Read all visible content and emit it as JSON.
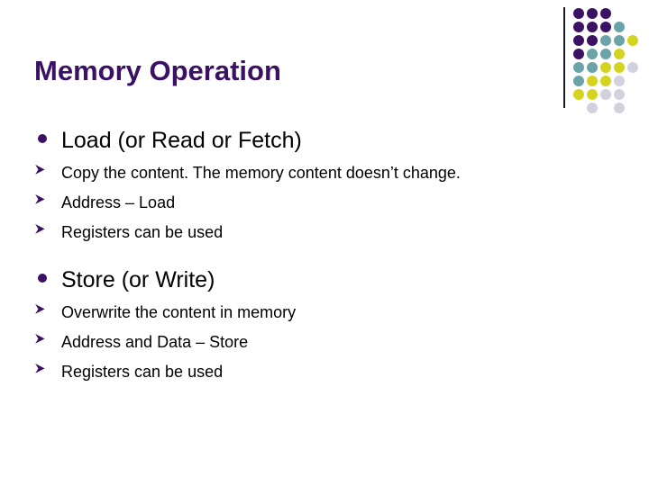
{
  "slide": {
    "title": "Memory Operation",
    "title_color": "#3B1163",
    "background_color": "#FFFFFF",
    "body_text_color": "#000000",
    "bullets": [
      {
        "level": 1,
        "marker": "filled-disc",
        "marker_color": "#3B1163",
        "text": "Load (or Read or Fetch)"
      },
      {
        "level": 2,
        "marker": "arrowhead",
        "marker_color": "#3B1163",
        "text": "Copy the content. The memory content doesn’t change."
      },
      {
        "level": 2,
        "marker": "arrowhead",
        "marker_color": "#3B1163",
        "text": "Address – Load"
      },
      {
        "level": 2,
        "marker": "arrowhead",
        "marker_color": "#3B1163",
        "text": "Registers can be used"
      },
      {
        "level": 1,
        "marker": "filled-disc",
        "marker_color": "#3B1163",
        "text": "Store (or Write)"
      },
      {
        "level": 2,
        "marker": "arrowhead",
        "marker_color": "#3B1163",
        "text": "Overwrite the content in memory"
      },
      {
        "level": 2,
        "marker": "arrowhead",
        "marker_color": "#3B1163",
        "text": "Address and Data – Store"
      },
      {
        "level": 2,
        "marker": "arrowhead",
        "marker_color": "#3B1163",
        "text": "Registers can be used"
      }
    ]
  },
  "decoration": {
    "name": "corner-dot-grid",
    "rule_color": "#1A1A2E",
    "palette": {
      "purple": "#3B1163",
      "teal": "#6AA3A8",
      "yellow": "#D4D420",
      "gray": "#D2D2DF"
    },
    "cell": 15,
    "dot_size": 12,
    "rows": [
      [
        "purple",
        "purple",
        "purple",
        null,
        null,
        null,
        null
      ],
      [
        "purple",
        "purple",
        "purple",
        "teal",
        null,
        null,
        null
      ],
      [
        "purple",
        "purple",
        "teal",
        "teal",
        "yellow",
        null,
        null
      ],
      [
        "purple",
        "teal",
        "teal",
        "yellow",
        null,
        null,
        null
      ],
      [
        "teal",
        "teal",
        "yellow",
        "yellow",
        "gray",
        null,
        null
      ],
      [
        "teal",
        "yellow",
        "yellow",
        "gray",
        null,
        null,
        null
      ],
      [
        "yellow",
        "yellow",
        "gray",
        "gray",
        null,
        null,
        null
      ],
      [
        null,
        "gray",
        null,
        "gray",
        null,
        null,
        null
      ]
    ]
  }
}
